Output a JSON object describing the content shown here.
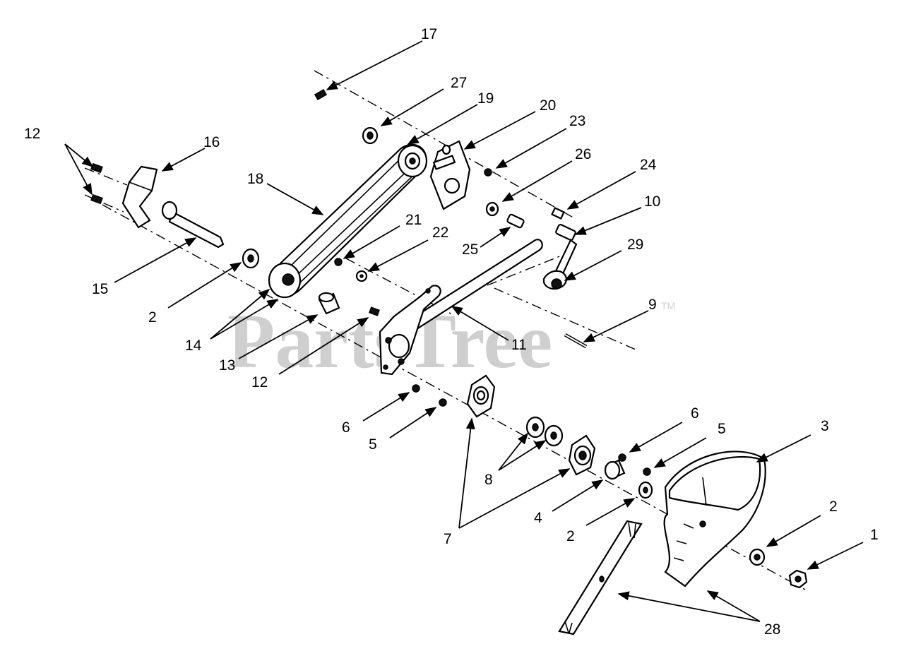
{
  "watermark": {
    "text": "PartsTree",
    "trademark": "TM"
  },
  "callouts": [
    {
      "id": "c17",
      "text": "17"
    },
    {
      "id": "c27",
      "text": "27"
    },
    {
      "id": "c19",
      "text": "19"
    },
    {
      "id": "c20",
      "text": "20"
    },
    {
      "id": "c23",
      "text": "23"
    },
    {
      "id": "c26",
      "text": "26"
    },
    {
      "id": "c24",
      "text": "24"
    },
    {
      "id": "c10",
      "text": "10"
    },
    {
      "id": "c29",
      "text": "29"
    },
    {
      "id": "c12a",
      "text": "12"
    },
    {
      "id": "c16",
      "text": "16"
    },
    {
      "id": "c18",
      "text": "18"
    },
    {
      "id": "c21",
      "text": "21"
    },
    {
      "id": "c22",
      "text": "22"
    },
    {
      "id": "c25",
      "text": "25"
    },
    {
      "id": "c15",
      "text": "15"
    },
    {
      "id": "c2a",
      "text": "2"
    },
    {
      "id": "c14",
      "text": "14"
    },
    {
      "id": "c13",
      "text": "13"
    },
    {
      "id": "c12b",
      "text": "12"
    },
    {
      "id": "c11",
      "text": "11"
    },
    {
      "id": "c9",
      "text": "9"
    },
    {
      "id": "c6a",
      "text": "6"
    },
    {
      "id": "c5a",
      "text": "5"
    },
    {
      "id": "c7",
      "text": "7"
    },
    {
      "id": "c8",
      "text": "8"
    },
    {
      "id": "c4",
      "text": "4"
    },
    {
      "id": "c2b",
      "text": "2"
    },
    {
      "id": "c6b",
      "text": "6"
    },
    {
      "id": "c5b",
      "text": "5"
    },
    {
      "id": "c3",
      "text": "3"
    },
    {
      "id": "c2c",
      "text": "2"
    },
    {
      "id": "c1",
      "text": "1"
    },
    {
      "id": "c28",
      "text": "28"
    }
  ]
}
